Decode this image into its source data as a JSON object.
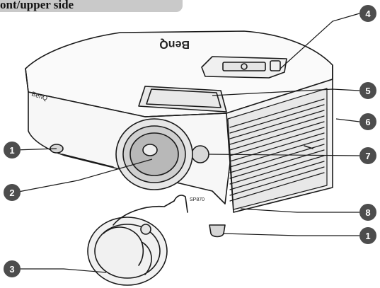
{
  "header": {
    "title": "ont/upper side"
  },
  "device": {
    "brand_front": "BenQ",
    "brand_top": "BenQ",
    "model_label": "SP870"
  },
  "callouts": [
    {
      "number": "4",
      "label": "4"
    },
    {
      "number": "5",
      "label": "5"
    },
    {
      "number": "6",
      "label": "6"
    },
    {
      "number": "1",
      "label": "1"
    },
    {
      "number": "7",
      "label": "7"
    },
    {
      "number": "2",
      "label": "2"
    },
    {
      "number": "8",
      "label": "8"
    },
    {
      "number": "1",
      "label": "1"
    },
    {
      "number": "3",
      "label": "3"
    }
  ],
  "colors": {
    "callout_fill": "#4d4d4d",
    "header_bg": "#c9c9c9",
    "line": "#1a1a1a"
  }
}
